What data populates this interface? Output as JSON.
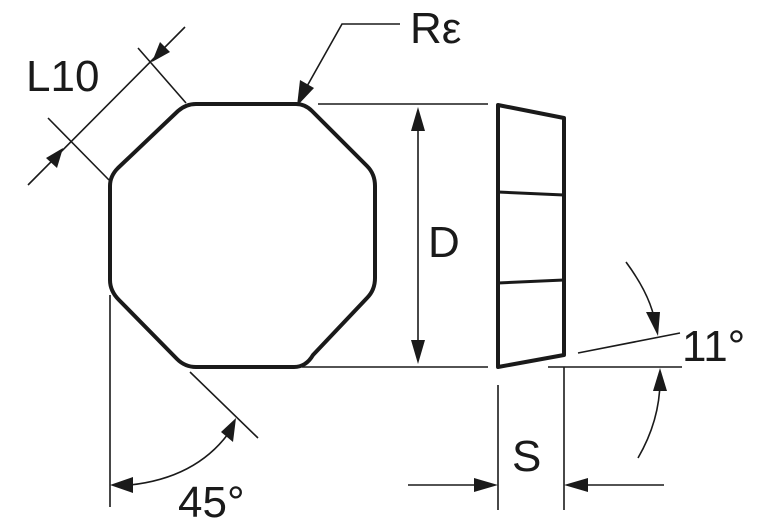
{
  "labels": {
    "edge_length": "L10",
    "corner_radius": "Rε",
    "diameter": "D",
    "thickness": "S",
    "clearance_angle": "11°",
    "corner_angle": "45°"
  }
}
